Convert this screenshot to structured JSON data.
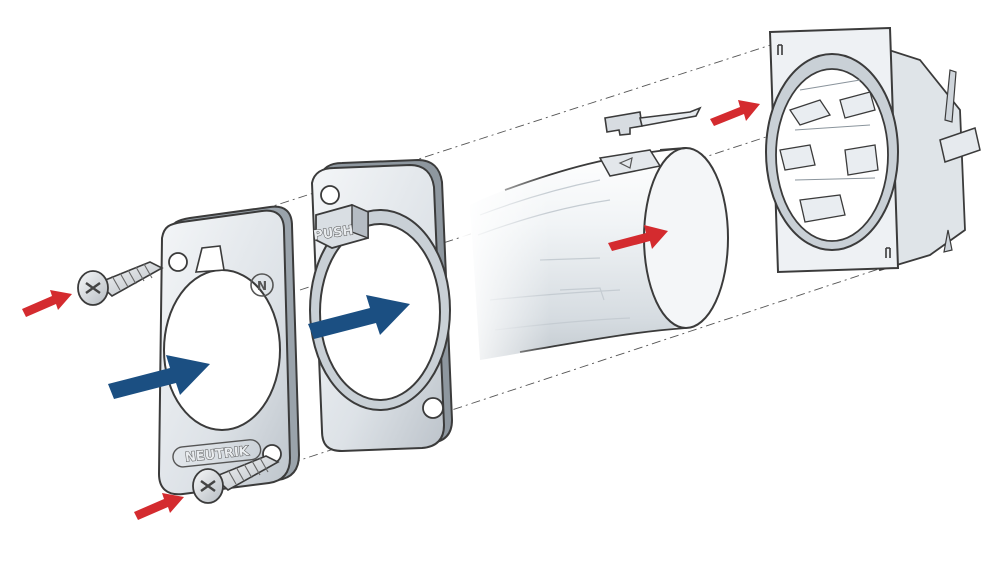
{
  "labels": {
    "push": "PUSH",
    "brand": "NEUTRIK"
  },
  "logo": {
    "letters": "N"
  },
  "colors": {
    "red_arrow": "#d42b2f",
    "blue_arrow": "#1b4f82",
    "outline": "#3b3b3b",
    "metal_light": "#e9edf1",
    "metal_shade": "#b9c0c7",
    "background": "#ffffff"
  },
  "icons": {
    "screw": "phillips-screw-icon",
    "red_arrow": "red-arrow-icon",
    "blue_arrow": "blue-arrow-icon"
  }
}
